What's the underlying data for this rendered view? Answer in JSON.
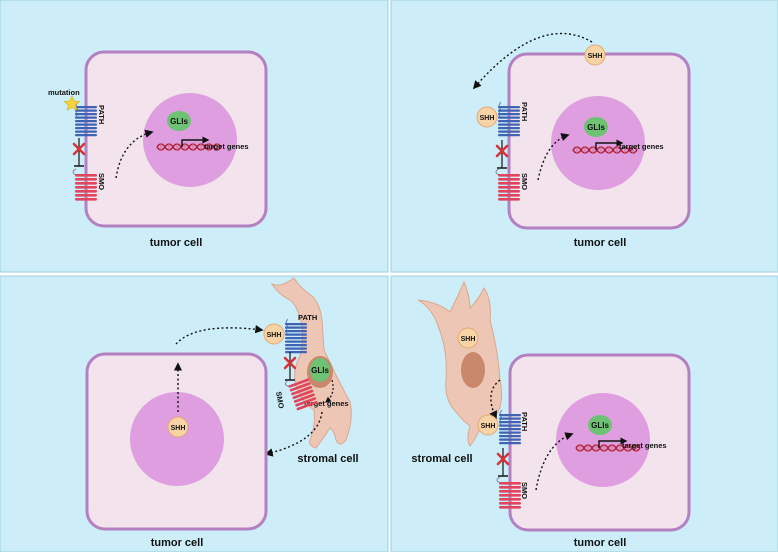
{
  "labels": {
    "tumor_cell": "tumor cell",
    "stromal_cell": "stromal cell",
    "mutation": "mutation",
    "path": "PATH",
    "smo": "SMO",
    "glis": "GLIs",
    "shh": "SHH",
    "target_genes": "target genes"
  },
  "colors": {
    "background": "#cdeef8",
    "cell_fill": "#f2e3ec",
    "cell_border": "#b480c2",
    "nucleus": "#de9ee0",
    "gli": "#6ec273",
    "shh_fill": "#f8d3a6",
    "shh_stroke": "#e2a874",
    "path_receptor": "#3f64b4",
    "smo_receptor": "#e0455e",
    "dna": "#b0203a",
    "inhibition_x": "#d8343c",
    "stromal_fill": "#edc6b6",
    "stromal_nucleus": "#c9876c",
    "star": "#f5d53b"
  }
}
